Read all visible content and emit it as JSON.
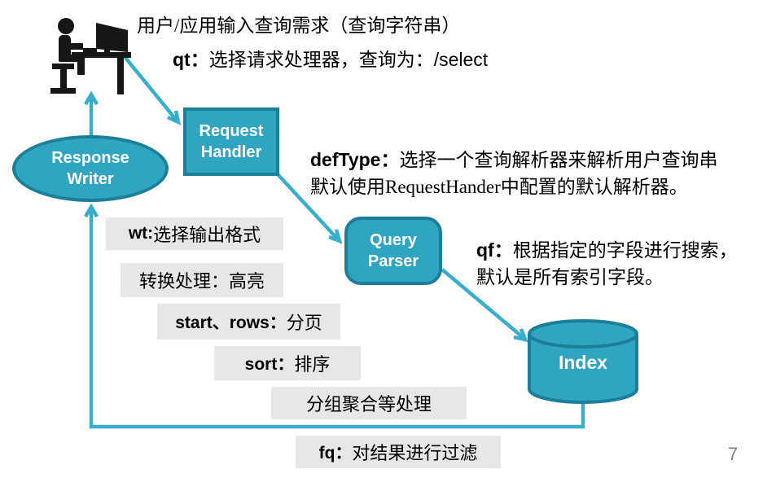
{
  "colors": {
    "shape_fill": "#2fa5c1",
    "shape_border": "#1d7e9a",
    "arrow": "#38aecb",
    "note_bg": "#e7e7e7",
    "ink": "#000000",
    "node_text": "#ffffff",
    "page_number": "#7f8083"
  },
  "header": {
    "title": "用户/应用输入查询需求（查询字符串）",
    "qt_prefix": "qt：",
    "qt_text": "选择请求处理器，查询为：",
    "qt_suffix": "/select"
  },
  "annotations": {
    "deftype": {
      "prefix": "defType：",
      "line1": "选择一个查询解析器来解析用户查询串",
      "line2": "默认使用RequestHander中配置的默认解析器。"
    },
    "qf": {
      "prefix": "qf：",
      "line1": "根据指定的字段进行搜索，",
      "line2": "默认是所有索引字段。"
    }
  },
  "nodes": {
    "request_handler": {
      "line1": "Request",
      "line2": "Handler"
    },
    "response_writer": {
      "line1": "Response",
      "line2": "Writer"
    },
    "query_parser": {
      "line1": "Query",
      "line2": "Parser"
    },
    "index": {
      "label": "Index"
    }
  },
  "notes": [
    {
      "prefix": "wt:",
      "text": "选择输出格式"
    },
    {
      "prefix": "",
      "text": "转换处理：高亮"
    },
    {
      "prefix": "start、rows：",
      "text": "分页"
    },
    {
      "prefix": "sort：",
      "text": "排序"
    },
    {
      "prefix": "",
      "text": "分组聚合等处理"
    },
    {
      "prefix": "fq：",
      "text": "对结果进行过滤"
    }
  ],
  "page": {
    "number": "7"
  }
}
